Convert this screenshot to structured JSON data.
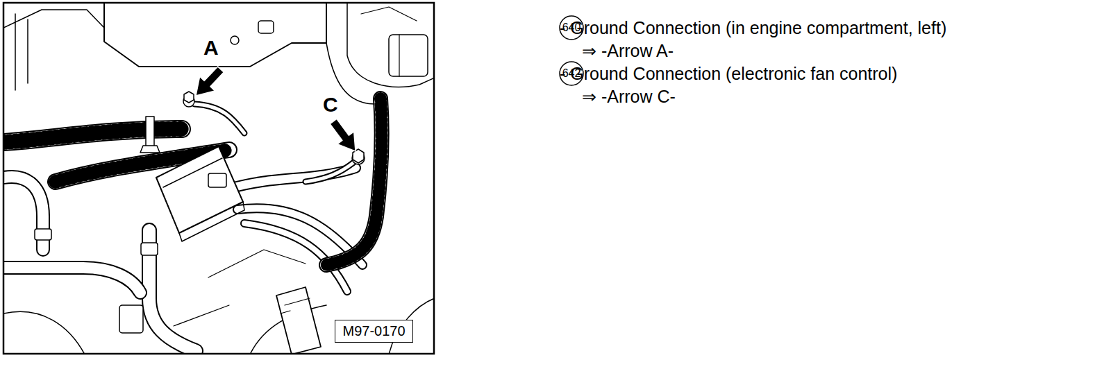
{
  "diagram": {
    "nodes": [
      {
        "text": [
          "640"
        ]
      },
      {
        "text": [
          "642"
        ]
      },
      {
        "text": [
          "M97-0170"
        ]
      }
    ],
    "labels": [
      "A",
      "C",
      "- Ground Connection (in engine compartment, left) ⇒ -Arrow A-",
      "- Ground Connection (electronic fan control) ⇒ -Arrow C-"
    ]
  }
}
